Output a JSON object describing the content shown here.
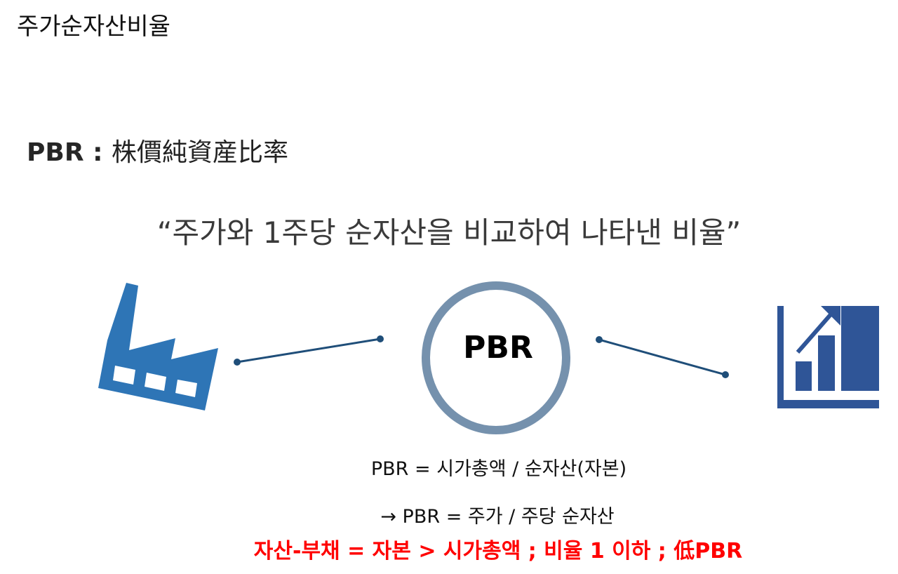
{
  "slide": {
    "title": "주가순자산비율",
    "subtitle": {
      "abbr": "PBR",
      "separator": " : ",
      "hanja": "株價純資産比率"
    },
    "quote": "“주가와 1주당 순자산을 비교하여 나타낸 비율”",
    "diagram": {
      "center_label": "PBR",
      "left_icon": "factory-icon",
      "right_icon": "bar-chart-growth-icon",
      "colors": {
        "factory": "#2e75b6",
        "chart": "#2f5597",
        "ring": "#7591ad",
        "connector": "#1f4e79"
      }
    },
    "formulas": [
      "PBR = 시가총액 / 순자산(자본)",
      "→ PBR = 주가 / 주당 순자산"
    ],
    "conclusion": "자산-부채 = 자본 > 시가총액 ; 비율 1 이하 ; 低PBR",
    "conclusion_color": "#ff0000"
  }
}
